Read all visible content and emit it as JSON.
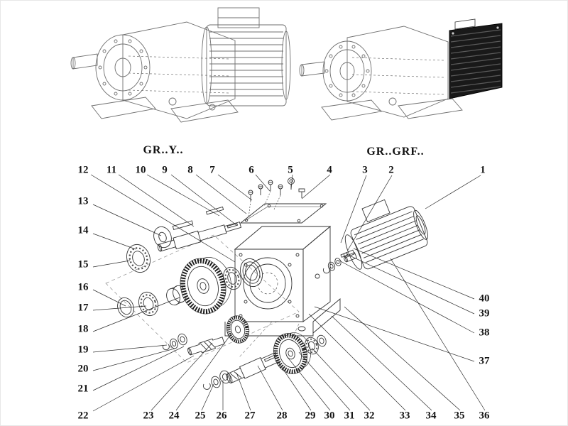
{
  "labels": {
    "left_model": "GR..Y..",
    "right_model": "GR..GRF.."
  },
  "callouts": {
    "1": "1",
    "2": "2",
    "3": "3",
    "4": "4",
    "5": "5",
    "6": "6",
    "7": "7",
    "8": "8",
    "9": "9",
    "10": "10",
    "11": "11",
    "12": "12",
    "13": "13",
    "14": "14",
    "15": "15",
    "16": "16",
    "17": "17",
    "18": "18",
    "19": "19",
    "20": "20",
    "21": "21",
    "22": "22",
    "23": "23",
    "24": "24",
    "25": "25",
    "26": "26",
    "27": "27",
    "28": "28",
    "29": "29",
    "30": "30",
    "31": "31",
    "32": "32",
    "33": "33",
    "34": "34",
    "35": "35",
    "36": "36",
    "37": "37",
    "38": "38",
    "39": "39",
    "40": "40"
  }
}
